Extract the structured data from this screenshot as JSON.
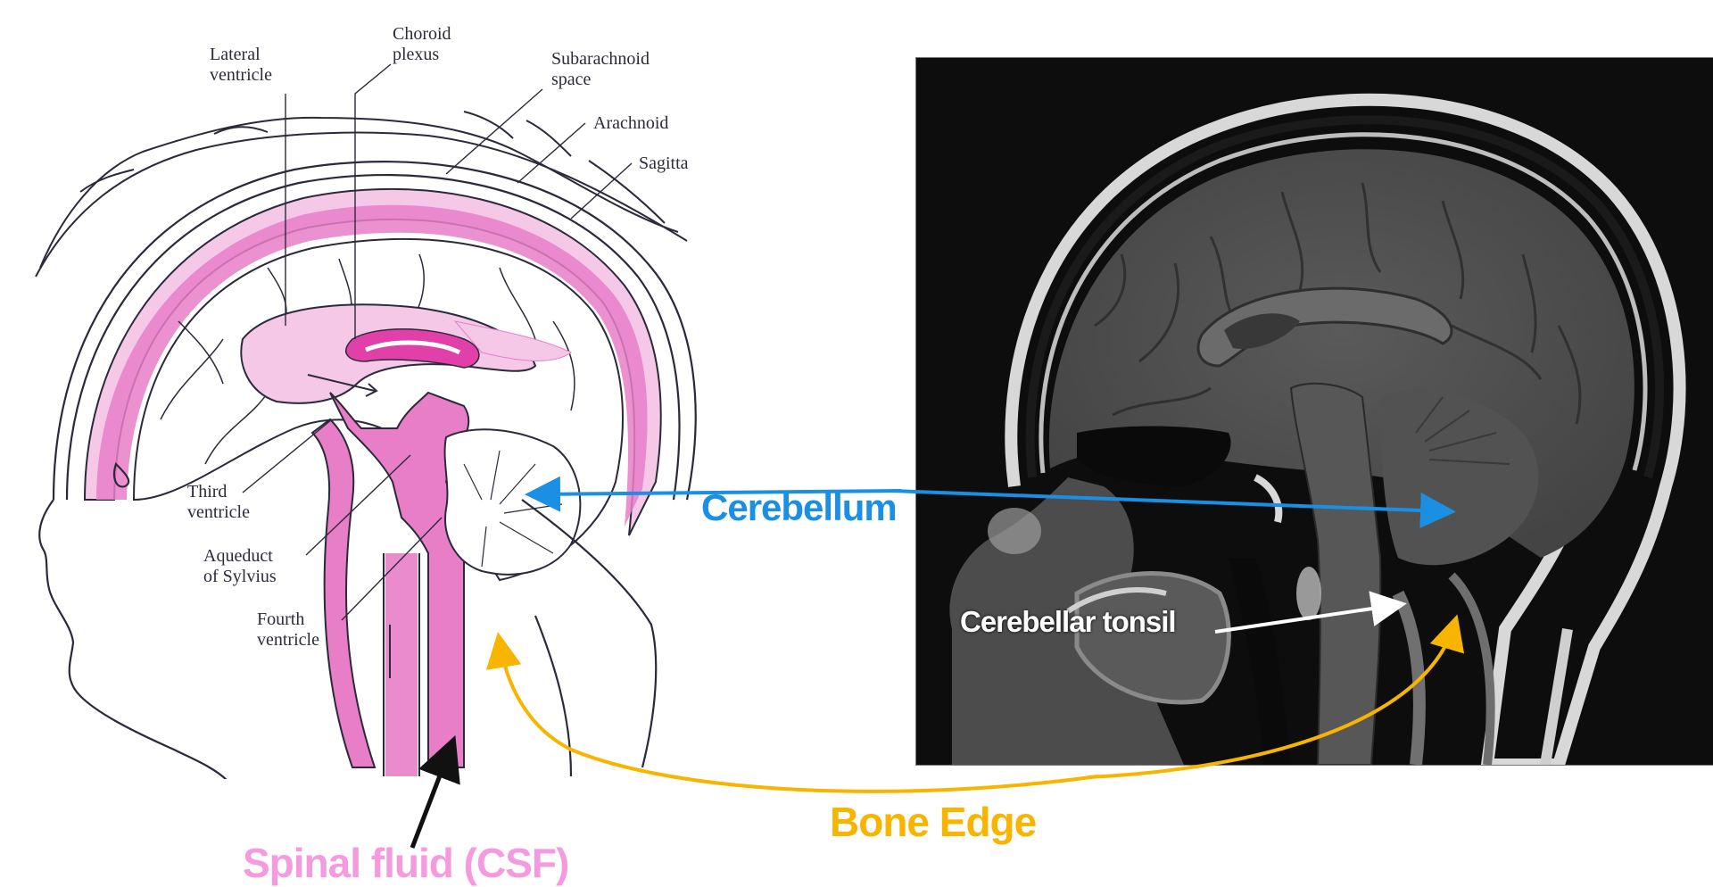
{
  "figure": {
    "title": "CSF circulation diagram and sagittal MRI comparison",
    "colors": {
      "csf_pink_strong": "#e87ec8",
      "csf_pink_light": "#f5c8e8",
      "cerebellum_blue": "#1a8fe3",
      "bone_edge_yellow": "#f7b500",
      "csf_label_pink": "#f49be0",
      "mri_background": "#0d0d0d"
    }
  },
  "diagram": {
    "labels": {
      "lateral_ventricle": "Lateral\nventricle",
      "choroid_plexus": "Choroid\nplexus",
      "subarachnoid_space": "Subarachnoid\nspace",
      "arachnoid": "Arachnoid",
      "sagittal": "Sagitta",
      "third_ventricle": "Third\nventricle",
      "aqueduct_of_sylvius": "Aqueduct\nof Sylvius",
      "fourth_ventricle": "Fourth\nventricle"
    }
  },
  "annotations": {
    "cerebellum": "Cerebellum",
    "cerebellar_tonsil": "Cerebellar tonsil",
    "bone_edge": "Bone Edge",
    "spinal_fluid": "Spinal fluid (CSF)"
  }
}
